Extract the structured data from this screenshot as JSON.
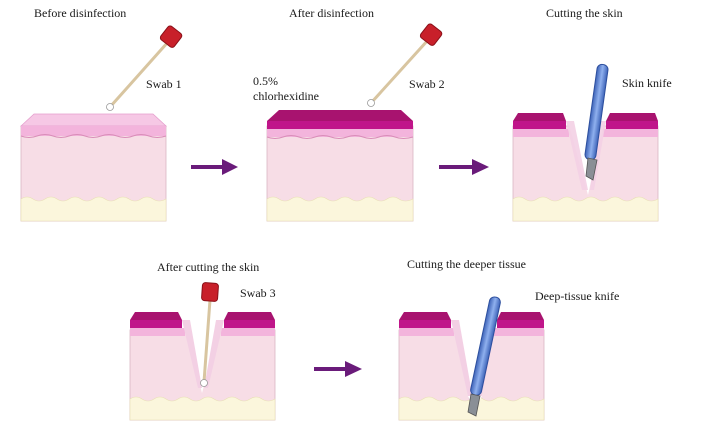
{
  "panels": [
    {
      "title": "Before disinfection",
      "tool": "Swab 1"
    },
    {
      "title": "After disinfection",
      "tool": "Swab 2",
      "agent_line1": "0.5%",
      "agent_line2": "chlorhexidine"
    },
    {
      "title": "Cutting the skin",
      "tool": "Skin knife"
    },
    {
      "title": "After cutting the skin",
      "tool": "Swab 3"
    },
    {
      "title": "Cutting the deeper tissue",
      "tool": "Deep-tissue knife"
    }
  ],
  "colors": {
    "arrow": "#6a1b7a",
    "epidermis": "#f3b4dc",
    "epidermis_dark": "#b8157f",
    "dermis": "#f7dde6",
    "fat": "#fbf6dc",
    "swab_cap": "#c8202a",
    "knife": "#5a86d8"
  }
}
